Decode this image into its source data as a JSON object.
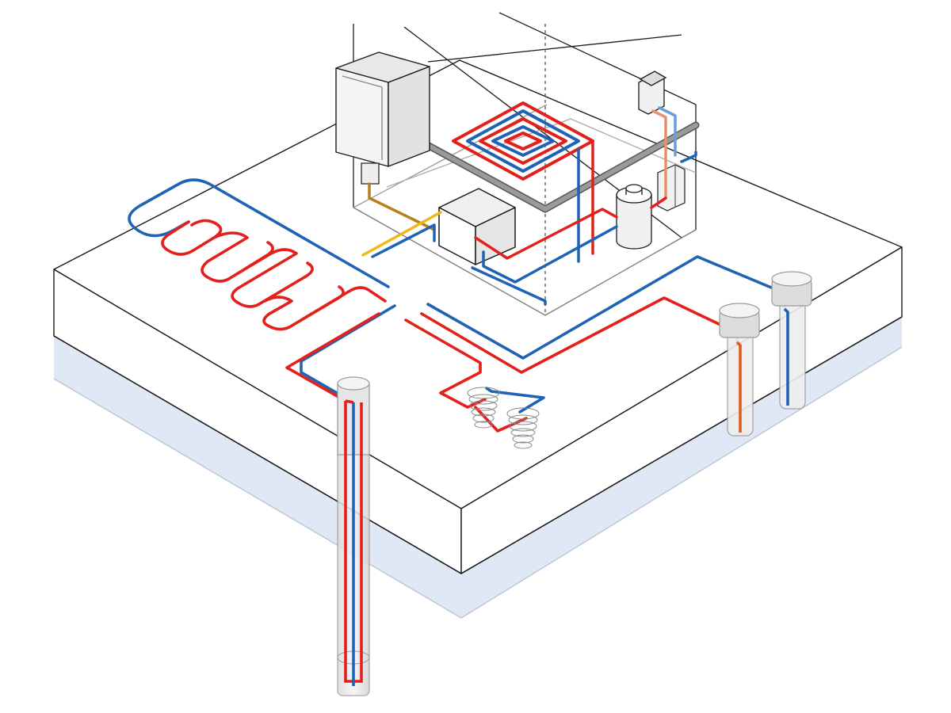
{
  "diagram": {
    "kind": "isometric geothermal heat pump system",
    "labels": [],
    "colors": {
      "background": "#ffffff",
      "outline": "#1a1a1a",
      "ground_layer": "#dfe8f4",
      "pipe_supply": "#e3201b",
      "pipe_return": "#1f63b4",
      "pipe_orange": "#e35a1e",
      "pipe_light_orange": "#ea8f6e",
      "pipe_light_blue": "#6c9ed6",
      "pipe_brown": "#b8801c",
      "pipe_yellow": "#f0b81a",
      "duct_gray": "#8a8a8a",
      "well_fill": "#ececec",
      "well_stroke": "#9a9a9a",
      "wall_line": "#888888"
    },
    "components": [
      "ground-slab",
      "house-outline",
      "wall-mounted-cabinet",
      "floor-heating-spiral",
      "heat-pump-unit",
      "storage-tank",
      "control-box",
      "wall-sink",
      "horizontal-ground-loop",
      "vertical-borehole",
      "slinky-coil",
      "groundwater-well"
    ]
  }
}
